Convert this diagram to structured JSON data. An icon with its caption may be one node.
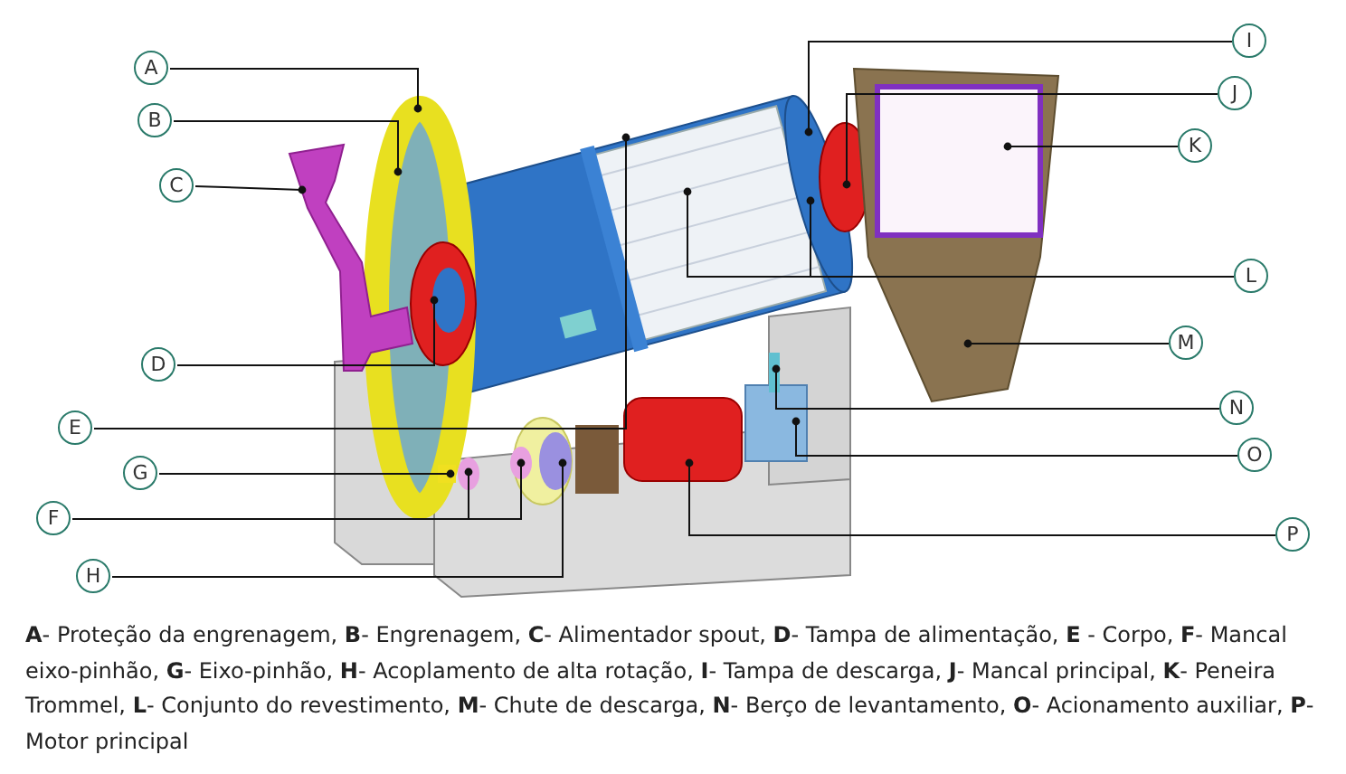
{
  "diagram": {
    "caption": "**A**- Proteção da engrenagem, **B**- Engrenagem, **C**- Alimentador spout, **D**- Tampa de alimentação, **E** - Corpo, **F**- Mancal eixo-pinhão, **G**- Eixo-pinhão, **H**- Acoplamento de alta rotação, **I**- Tampa de descarga, **J**- Mancal principal, **K**- Peneira Trommel, **L**- Conjunto do revestimento, **M**- Chute de descarga, **N**- Berço de levantamento, **O**- Acionamento auxiliar, **P**- Motor principal",
    "nodes": [
      {
        "text": [
          "A"
        ]
      },
      {
        "text": [
          "B"
        ]
      },
      {
        "text": [
          "C"
        ]
      },
      {
        "text": [
          "D"
        ]
      },
      {
        "text": [
          "E"
        ]
      },
      {
        "text": [
          "G"
        ]
      },
      {
        "text": [
          "F"
        ]
      },
      {
        "text": [
          "H"
        ]
      },
      {
        "text": [
          "I"
        ]
      },
      {
        "text": [
          "J"
        ]
      },
      {
        "text": [
          "K"
        ]
      },
      {
        "text": [
          "L"
        ]
      },
      {
        "text": [
          "M"
        ]
      },
      {
        "text": [
          "N"
        ]
      },
      {
        "text": [
          "O"
        ]
      },
      {
        "text": [
          "P"
        ]
      }
    ],
    "edges": [
      {
        "from": 0,
        "to": null,
        "arrow": "other"
      },
      {
        "from": 1,
        "to": null,
        "arrow": "other"
      },
      {
        "from": 2,
        "to": null,
        "arrow": "other"
      },
      {
        "from": 3,
        "to": null,
        "arrow": "other"
      },
      {
        "from": 4,
        "to": null,
        "arrow": "other"
      },
      {
        "from": 5,
        "to": null,
        "arrow": "other"
      },
      {
        "from": 6,
        "to": null,
        "arrow": "other"
      },
      {
        "from": 6,
        "to": null,
        "arrow": "other"
      },
      {
        "from": 7,
        "to": null,
        "arrow": "other"
      },
      {
        "from": 8,
        "to": null,
        "arrow": "other"
      },
      {
        "from": 9,
        "to": null,
        "arrow": "other"
      },
      {
        "from": 10,
        "to": null,
        "arrow": "other"
      },
      {
        "from": 11,
        "to": null,
        "arrow": "other"
      },
      {
        "from": 11,
        "to": null,
        "arrow": "other"
      },
      {
        "from": 12,
        "to": null,
        "arrow": "other"
      },
      {
        "from": 13,
        "to": null,
        "arrow": "other"
      },
      {
        "from": 14,
        "to": null,
        "arrow": "other"
      },
      {
        "from": 15,
        "to": null,
        "arrow": "other"
      }
    ]
  }
}
